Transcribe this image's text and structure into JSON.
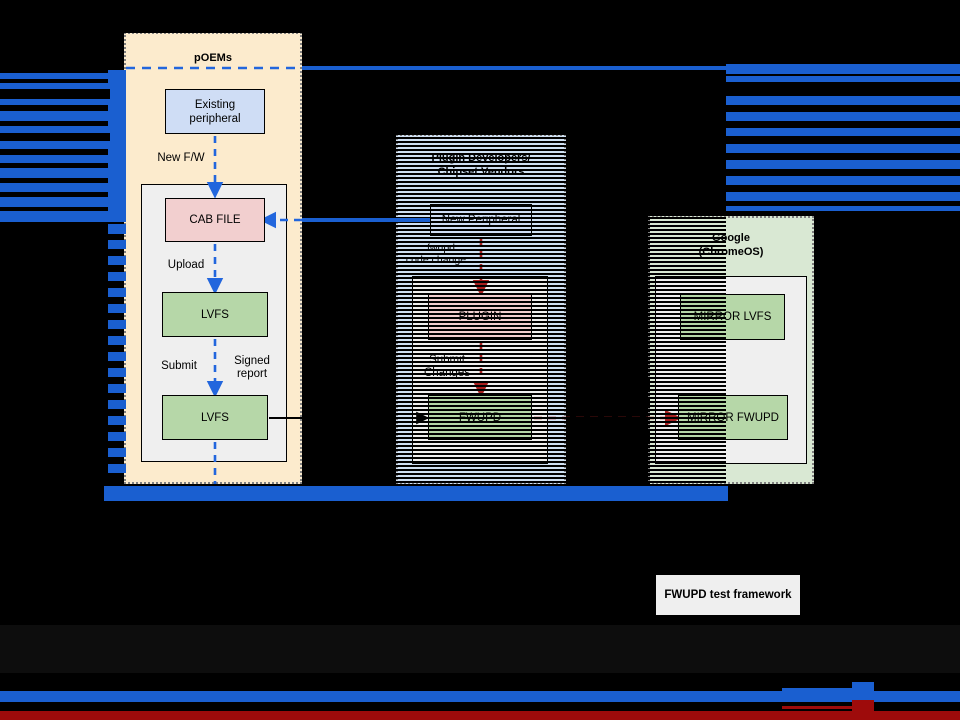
{
  "diagram": {
    "type": "flowchart",
    "title_visible": false,
    "lanes": [
      {
        "id": "poems",
        "title": "pOEMs",
        "bg": "#FCEBCD"
      },
      {
        "id": "plugin",
        "title": "Plugin Developers/\nChipset Vendors",
        "bg": "#CFE0F3"
      },
      {
        "id": "google",
        "title": "Google\n(ChromeOS)",
        "bg": "#D9E8D3"
      }
    ],
    "lane_titles": {
      "poems": "pOEMs",
      "plugin_line1": "Plugin Developers/",
      "plugin_line2": "Chipset Vendors",
      "google_line1": "Google",
      "google_line2": "(ChromeOS)"
    },
    "nodes": [
      {
        "id": "existing",
        "label_line1": "Existing",
        "label_line2": "peripheral",
        "color": "#CFDDF5"
      },
      {
        "id": "cabfile",
        "label": "CAB FILE",
        "color": "#F2CFCF"
      },
      {
        "id": "lvfs1",
        "label": "LVFS",
        "color": "#B6D7A8"
      },
      {
        "id": "lvfs2",
        "label": "LVFS",
        "color": "#B6D7A8"
      },
      {
        "id": "newperipheral",
        "label": "New Peripheral",
        "color": "#CFDDF5"
      },
      {
        "id": "plugin",
        "label": "PLUGIN",
        "color": "#F2CFCF"
      },
      {
        "id": "fwupd",
        "label": "FWUPD",
        "color": "#B6D7A8"
      },
      {
        "id": "mirrorlvfs",
        "label": "MIRROR LVFS",
        "color": "#B6D7A8"
      },
      {
        "id": "mirrorfwupd",
        "label": "MIRROR FWUPD",
        "color": "#B6D7A8"
      }
    ],
    "edge_labels": {
      "new_fw": "New F/W",
      "upload": "Upload",
      "submit": "Submit",
      "signed_report_line1": "Signed",
      "signed_report_line2": "report",
      "fwupd_code_change_line1": "fwupd",
      "fwupd_code_change_line2": "code change",
      "submit_changes_line1": "Submit",
      "submit_changes_line2": "Changes"
    },
    "footer_box": {
      "label": "FWUPD test framework"
    },
    "colors": {
      "blue_arrow": "#2266DD",
      "red_arrow": "#A82020",
      "black_arrow": "#000000",
      "node_blue": "#CFDDF5",
      "node_pink": "#F2CFCF",
      "node_green": "#B6D7A8",
      "lane_poems": "#FCEBCD",
      "lane_plugin": "#CFE0F3",
      "lane_google": "#D9E8D3",
      "inner_panel": "#EFEFEF",
      "glitch_blue": "#1A5FD0",
      "glitch_red": "#9E0B0B",
      "background": "#000000"
    }
  }
}
